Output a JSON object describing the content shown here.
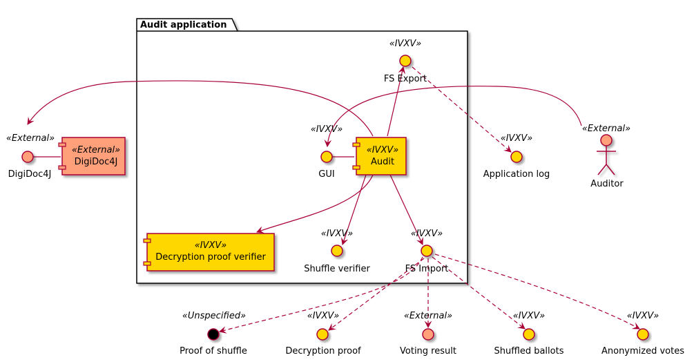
{
  "package": {
    "title": "Audit application"
  },
  "colors": {
    "ivxv_fill": "#FFD700",
    "external_fill": "#FFA07A",
    "border": "#A80036",
    "edge": "#A80036",
    "unspecified_fill": "#000000"
  },
  "nodes": {
    "fs_export": {
      "stereotype": "«IVXV»",
      "label": "FS Export",
      "kind": "interface",
      "icon": "interface-circle-icon"
    },
    "gui": {
      "stereotype": "«IVXV»",
      "label": "GUI",
      "kind": "interface",
      "icon": "interface-circle-icon"
    },
    "audit": {
      "stereotype": "«IVXV»",
      "label": "Audit",
      "kind": "component",
      "icon": "component-icon"
    },
    "decryption_verifier": {
      "stereotype": "«IVXV»",
      "label": "Decryption proof verifier",
      "kind": "component",
      "icon": "component-icon"
    },
    "shuffle_verifier": {
      "stereotype": "«IVXV»",
      "label": "Shuffle verifier",
      "kind": "interface",
      "icon": "interface-circle-icon"
    },
    "fs_import": {
      "stereotype": "«IVXV»",
      "label": "FS Import",
      "kind": "interface",
      "icon": "interface-circle-icon"
    },
    "digidoc_if": {
      "stereotype": "«External»",
      "label": "DigiDoc4J",
      "kind": "interface",
      "icon": "interface-circle-icon"
    },
    "digidoc_comp": {
      "stereotype": "«External»",
      "label": "DigiDoc4J",
      "kind": "component",
      "icon": "component-icon"
    },
    "app_log": {
      "stereotype": "«IVXV»",
      "label": "Application log",
      "kind": "interface",
      "icon": "interface-circle-icon"
    },
    "auditor": {
      "stereotype": "«External»",
      "label": "Auditor",
      "kind": "actor",
      "icon": "actor-icon"
    },
    "proof_shuffle": {
      "stereotype": "«Unspecified»",
      "label": "Proof of shuffle",
      "kind": "interface",
      "icon": "interface-circle-icon"
    },
    "decryption_proof": {
      "stereotype": "«IVXV»",
      "label": "Decryption proof",
      "kind": "interface",
      "icon": "interface-circle-icon"
    },
    "voting_result": {
      "stereotype": "«External»",
      "label": "Voting result",
      "kind": "interface",
      "icon": "interface-circle-icon"
    },
    "shuffled_ballots": {
      "stereotype": "«IVXV»",
      "label": "Shuffled ballots",
      "kind": "interface",
      "icon": "interface-circle-icon"
    },
    "anonymized_votes": {
      "stereotype": "«IVXV»",
      "label": "Anonymized votes",
      "kind": "interface",
      "icon": "interface-circle-icon"
    }
  },
  "edges": [
    {
      "from": "audit",
      "to": "fs_export",
      "style": "solid"
    },
    {
      "from": "audit",
      "to": "gui",
      "style": "solid"
    },
    {
      "from": "audit",
      "to": "digidoc_if",
      "style": "solid"
    },
    {
      "from": "auditor",
      "to": "gui",
      "style": "solid"
    },
    {
      "from": "digidoc_comp",
      "to": "digidoc_if",
      "style": "solid"
    },
    {
      "from": "audit",
      "to": "decryption_verifier",
      "style": "solid"
    },
    {
      "from": "audit",
      "to": "shuffle_verifier",
      "style": "solid"
    },
    {
      "from": "audit",
      "to": "fs_import",
      "style": "solid"
    },
    {
      "from": "fs_export",
      "to": "app_log",
      "style": "dashed"
    },
    {
      "from": "fs_import",
      "to": "proof_shuffle",
      "style": "dashed"
    },
    {
      "from": "fs_import",
      "to": "decryption_proof",
      "style": "dashed"
    },
    {
      "from": "fs_import",
      "to": "voting_result",
      "style": "dashed"
    },
    {
      "from": "fs_import",
      "to": "shuffled_ballots",
      "style": "dashed"
    },
    {
      "from": "fs_import",
      "to": "anonymized_votes",
      "style": "dashed"
    }
  ]
}
